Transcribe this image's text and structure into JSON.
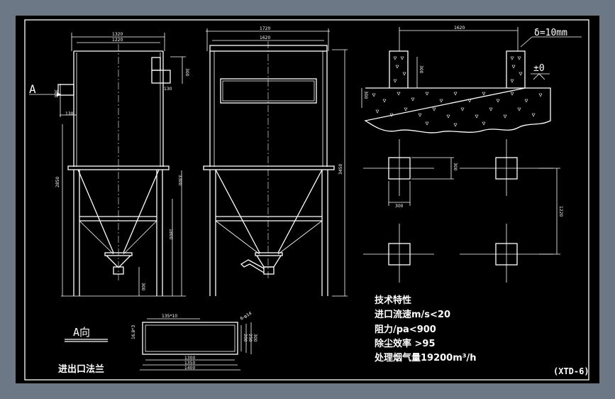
{
  "colors": {
    "background": "#000000",
    "frame": "#6c7886",
    "lines": "#ffffff"
  },
  "dims": {
    "w1320": "1320",
    "w1220": "1220",
    "w1720": "1720",
    "w1620": "1620",
    "w1620b": "1620",
    "d300a": "300",
    "d130a": "130",
    "d300b": "300",
    "d130b": "130",
    "h2850": "2850",
    "h3300": "3300",
    "h1800": "1800",
    "d300c": "300",
    "h3450": "3450",
    "f300a": "300",
    "f300b": "300",
    "d300d": "300",
    "d300e": "300",
    "h1220": "1220",
    "p1350": "135*10",
    "p168": "16.8*3",
    "r1300": "1300",
    "r1350": "1350",
    "r1400": "1400",
    "r200": "200",
    "r250": "250",
    "r300": "300",
    "hole": "6-φ14"
  },
  "annotations": {
    "delta": "δ=10mm",
    "level": "±0",
    "section_a": "A",
    "view_a": "A向",
    "flange": "进出口法兰",
    "drawing_no": "(XTD-6)"
  },
  "tech": {
    "title": "技术特性",
    "line1": "进口流速m/s<20",
    "line2": "阻力/pa<900",
    "line3": "除尘效率 >95",
    "line4": "处理烟气量19200m³/h"
  }
}
